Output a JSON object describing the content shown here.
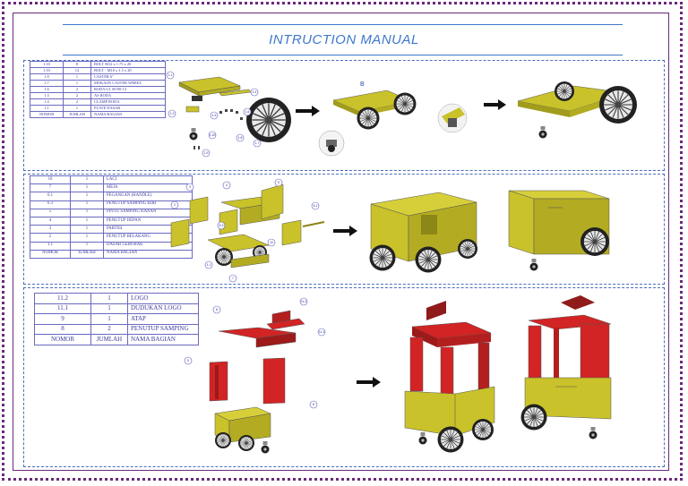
{
  "page": {
    "title": "INTRUCTION MANUAL"
  },
  "tables": [
    {
      "rows": [
        [
          "1.10",
          "8",
          "BOLT M12 x 1.75 x 20"
        ],
        [
          "1.10",
          "12",
          "BOLT - M10 x 1.5 x 20"
        ],
        [
          "1.8",
          "1",
          "CASTER 6\""
        ],
        [
          "1.7",
          "1",
          "MOKASN CASTER WHEEL"
        ],
        [
          "1.6",
          "2",
          "RODA UL 00/90-14"
        ],
        [
          "1.3",
          "2",
          "AS RODA"
        ],
        [
          "1.4",
          "2",
          "CLAMP RODA"
        ],
        [
          "1.1",
          "1",
          "PLATE DASAR"
        ],
        [
          "NOMOR",
          "JUMLAH",
          "NAMA BAGIAN"
        ]
      ]
    },
    {
      "rows": [
        [
          "10",
          "1",
          "LACI"
        ],
        [
          "7",
          "1",
          "MEJA"
        ],
        [
          "6.1",
          "1",
          "PEGANGAN (HANDLE)"
        ],
        [
          "6.3",
          "1",
          "PENUTUP SAMPING KIRI"
        ],
        [
          "5",
          "1",
          "PINTU SAMPING KANAN"
        ],
        [
          "4",
          "1",
          "PENUTUP DEPAN"
        ],
        [
          "3",
          "1",
          "PARTISI"
        ],
        [
          "2",
          "1",
          "PENUTUP BELAKANG"
        ],
        [
          "1.1",
          "1",
          "DASAR GEROBAK"
        ],
        [
          "NOMOR",
          "JUMLAH",
          "NAMA BAGIAN"
        ]
      ]
    },
    {
      "rows": [
        [
          "11.2",
          "1",
          "LOGO"
        ],
        [
          "11.1",
          "1",
          "DUDUKAN LOGO"
        ],
        [
          "9",
          "1",
          "ATAP"
        ],
        [
          "8",
          "2",
          "PENUTUP SAMPING"
        ],
        [
          "NOMOR",
          "JUMLAH",
          "NAMA BAGIAN"
        ]
      ]
    }
  ],
  "callouts": {
    "step1": [
      "1.1",
      "1.4",
      "1.3",
      "1.5",
      "1.6",
      "1.10",
      "1.8",
      "1.9",
      "1.7"
    ],
    "step2": [
      "3",
      "4",
      "5",
      "6.1",
      "2",
      "6.3",
      "10",
      "1.1",
      "7"
    ],
    "step3": [
      "8",
      "11.2",
      "11.1",
      "9",
      "8"
    ]
  },
  "colors": {
    "title": "#3d78c9",
    "body": "#c9c22a",
    "body_shade": "#a29c1c",
    "roof": "#d22424",
    "roof_shade": "#9d1a1a",
    "border": "#6a2a7a",
    "table_text": "#3a3aa0"
  }
}
